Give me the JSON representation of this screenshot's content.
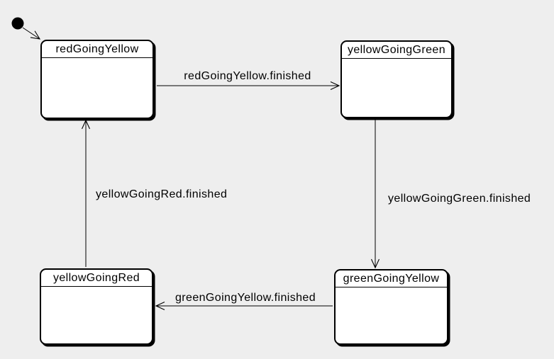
{
  "colors": {
    "background": "#eeeeee",
    "state_fill": "#ffffff",
    "stroke": "#000000"
  },
  "states": [
    {
      "name": "redGoingYellow"
    },
    {
      "name": "yellowGoingGreen"
    },
    {
      "name": "greenGoingYellow"
    },
    {
      "name": "yellowGoingRed"
    }
  ],
  "initial": {
    "target": "redGoingYellow"
  },
  "transitions": [
    {
      "label": "redGoingYellow.finished",
      "from": "redGoingYellow",
      "to": "yellowGoingGreen"
    },
    {
      "label": "yellowGoingGreen.finished",
      "from": "yellowGoingGreen",
      "to": "greenGoingYellow"
    },
    {
      "label": "greenGoingYellow.finished",
      "from": "greenGoingYellow",
      "to": "yellowGoingRed"
    },
    {
      "label": "yellowGoingRed.finished",
      "from": "yellowGoingRed",
      "to": "redGoingYellow"
    }
  ]
}
